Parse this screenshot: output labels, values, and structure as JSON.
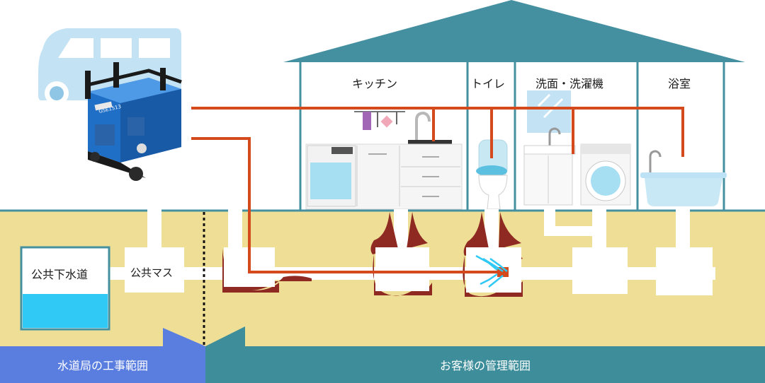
{
  "rooms": {
    "kitchen": "キッチン",
    "toilet": "トイレ",
    "washroom": "洗面・洗濯機",
    "bath": "浴室"
  },
  "underground": {
    "public_sewer": "公共下水道",
    "public_basin": "公共マス"
  },
  "bottom_bands": {
    "waterworks_scope": "水道局の工事範囲",
    "customer_scope": "お客様の管理範囲"
  },
  "machine": {
    "model_plate": "GSE1513"
  },
  "colors": {
    "roof": "#4590a0",
    "ground": "#efdf96",
    "pipe_hose": "#d44a1c",
    "clog": "#8e2a22",
    "sewer_water": "#30c8f5",
    "waterworks_band": "#5a7de0",
    "customer_band": "#3d8e9a"
  }
}
